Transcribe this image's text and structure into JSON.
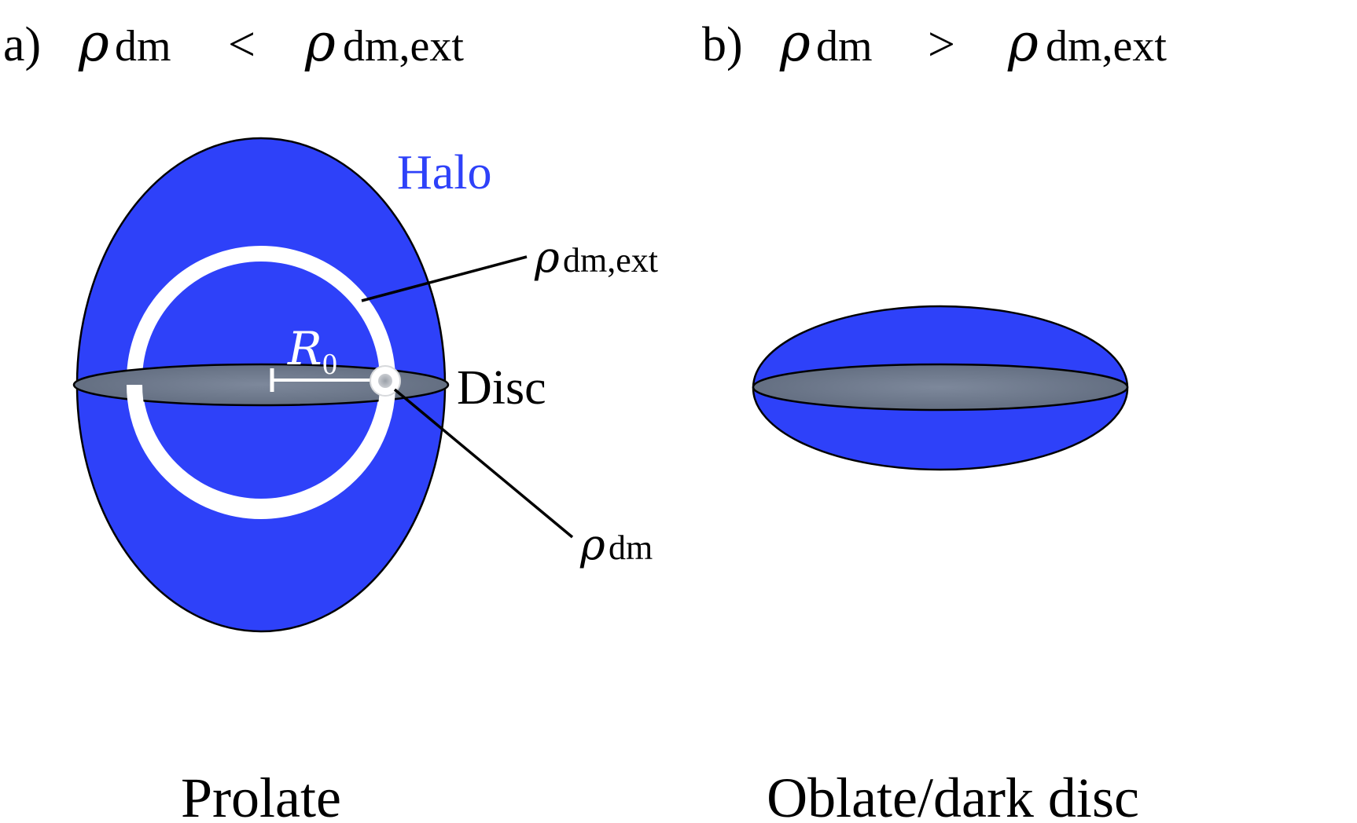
{
  "panel_a": {
    "label": "a)",
    "condition": {
      "lhs_symbol": "ρ",
      "lhs_sub": "dm",
      "operator": "<",
      "rhs_symbol": "ρ",
      "rhs_sub": "dm,ext"
    },
    "halo_label": "Halo",
    "disc_label": "Disc",
    "radius_symbol": "R",
    "radius_sub": "0",
    "outer_callout_symbol": "ρ",
    "outer_callout_sub": "dm,ext",
    "local_callout_symbol": "ρ",
    "local_callout_sub": "dm",
    "caption": "Prolate"
  },
  "panel_b": {
    "label": "b)",
    "condition": {
      "lhs_symbol": "ρ",
      "lhs_sub": "dm",
      "operator": ">",
      "rhs_symbol": "ρ",
      "rhs_sub": "dm,ext"
    },
    "caption": "Oblate/dark disc"
  },
  "colors": {
    "halo_fill": "#2e41f9",
    "halo_label": "#2e41f9",
    "disc_fill": "#6e7a8e",
    "ring": "#ffffff",
    "outline": "#000000"
  }
}
